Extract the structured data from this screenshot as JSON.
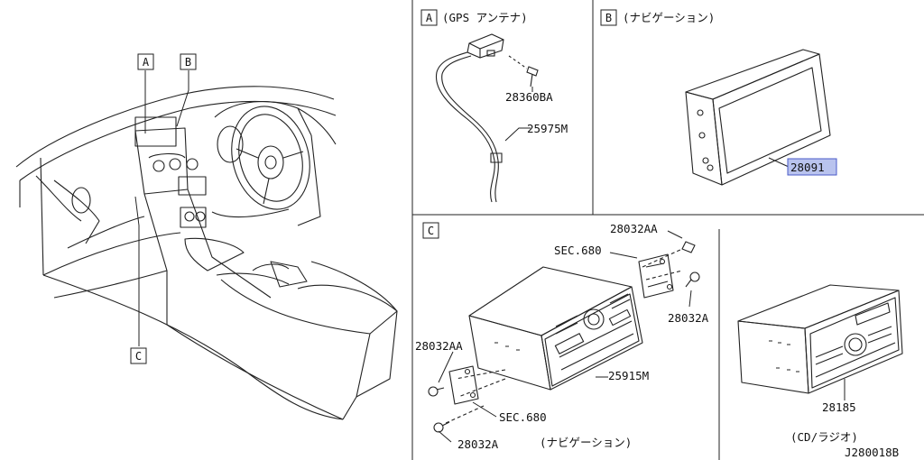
{
  "callouts": {
    "a": "A",
    "b": "B",
    "c": "C"
  },
  "panel_a": {
    "letter": "A",
    "title": "(GPS アンテナ)",
    "parts": [
      "28360BA",
      "25975M"
    ]
  },
  "panel_b": {
    "letter": "B",
    "title": "(ナビゲーション)",
    "part": "28091",
    "part_color": "#b9c3ee"
  },
  "panel_c": {
    "letter": "C",
    "parts": {
      "top_screw": "28032AA",
      "sec_top": "SEC.680",
      "right_screw": "28032A",
      "left_screw": "28032AA",
      "unit": "25915M",
      "sec_bottom": "SEC.680",
      "bottom_screw": "28032A",
      "cd_unit": "28185"
    },
    "caption_nav": "(ナビゲーション)",
    "caption_cd": "(CD/ラジオ)"
  },
  "diagram_id": "J280018B"
}
